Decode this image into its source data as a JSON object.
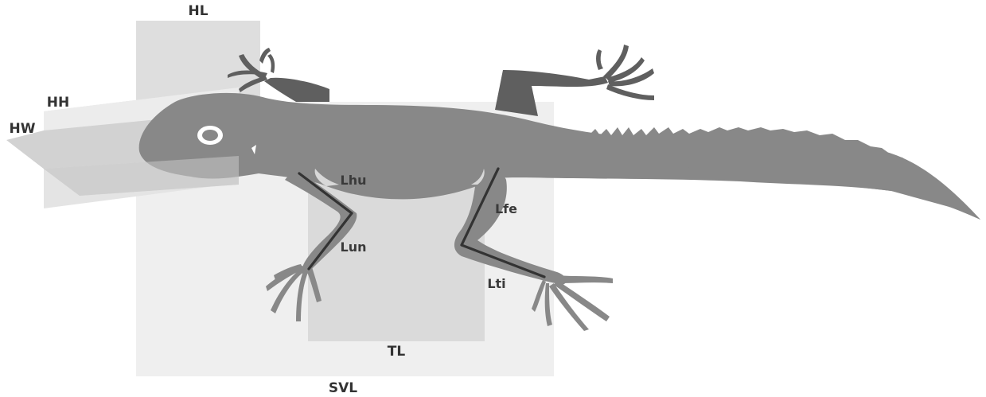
{
  "labels": {
    "HL": "HL",
    "HH": "HH",
    "HW": "HW",
    "TL": "TL",
    "SVL": "SVL",
    "Lhu": "Lhu",
    "Lun": "Lun",
    "Lfe": "Lfe",
    "Lti": "Lti"
  },
  "colors": {
    "box_light": "#efefef",
    "box_mid": "#dcdcdc",
    "body": "#888888",
    "limb_dark": "#5f5f5f",
    "segment_line": "#333333",
    "label": "#333333"
  }
}
